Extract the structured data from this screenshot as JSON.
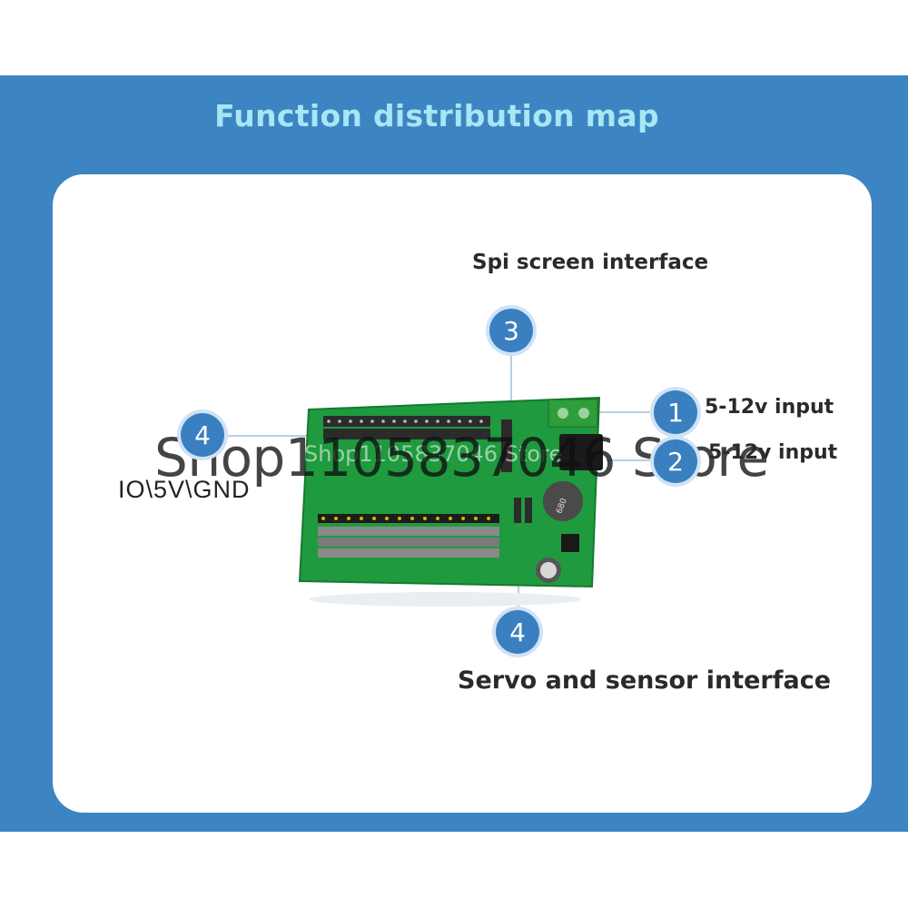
{
  "header": {
    "title": "Function distribution map"
  },
  "callouts": {
    "spi": {
      "number": "3",
      "label": "Spi screen interface"
    },
    "power_1": {
      "number": "1",
      "label": "5-12v input"
    },
    "power_2": {
      "number": "2",
      "label": "5-12v input"
    },
    "io": {
      "number": "4",
      "label": "IO\\5V\\GND"
    },
    "servo": {
      "number": "4",
      "label": "Servo and sensor interface"
    }
  },
  "watermark": {
    "large": "Shop1105837046 Store",
    "small": "Shop1105837046 Store"
  },
  "colors": {
    "banner": "#3d84c2",
    "title": "#a6e6f5",
    "badge": "#3a7fc0",
    "pcb": "#1f9a3f"
  },
  "icons": [
    "circle-number-badge",
    "pcb-board-photo"
  ]
}
